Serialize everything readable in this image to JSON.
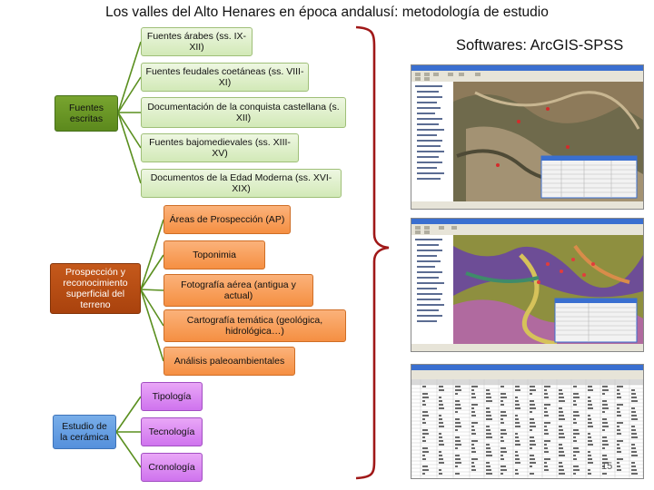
{
  "title": "Los valles del Alto Henares en época andalusí: metodología de estudio",
  "subtitle": "Softwares: ArcGIS-SPSS",
  "colors": {
    "sources": "#d2e9b7",
    "prospection": "#f58f42",
    "ceramics": "#cf73ee",
    "connector": "#5a8f1f",
    "bracket": "#a01818"
  },
  "groups": [
    {
      "label": "Fuentes escritas",
      "children": [
        "Fuentes árabes (ss. IX-XII)",
        "Fuentes feudales coetáneas (ss. VIII-XI)",
        "Documentación de la conquista castellana (s. XII)",
        "Fuentes bajomedievales (ss. XIII-XV)",
        "Documentos de la Edad Moderna (ss. XVI-XIX)"
      ]
    },
    {
      "label": "Prospección y reconocimiento superficial del terreno",
      "children": [
        "Áreas de Prospección (AP)",
        "Toponimia",
        "Fotografía aérea (antigua y actual)",
        "Cartografía temática (geológica, hidrológica…)",
        "Análisis paleoambientales"
      ]
    },
    {
      "label": "Estudio de la cerámica",
      "children": [
        "Tipología",
        "Tecnología",
        "Cronología"
      ]
    }
  ],
  "page_number": "15"
}
